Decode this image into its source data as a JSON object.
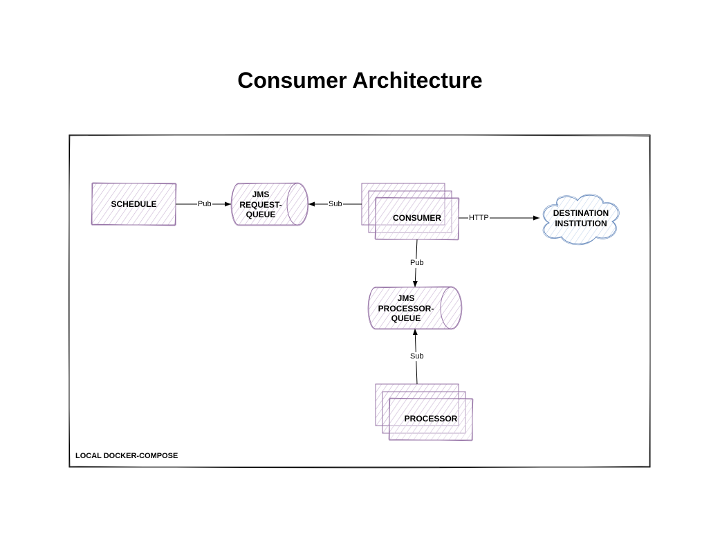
{
  "title": "Consumer Architecture",
  "frame": {
    "label": "LOCAL DOCKER-COMPOSE"
  },
  "nodes": {
    "schedule": "SCHEDULE",
    "jms_request_queue": [
      "JMS",
      "REQUEST-",
      "QUEUE"
    ],
    "consumer": "CONSUMER",
    "destination": [
      "DESTINATION",
      "INSTITUTION"
    ],
    "jms_processor_queue": [
      "JMS",
      "PROCESSOR-",
      "QUEUE"
    ],
    "processor": "PROCESSOR"
  },
  "edges": {
    "schedule_to_request_queue": "Pub",
    "consumer_to_request_queue": "Sub",
    "consumer_to_destination": "HTTP",
    "consumer_to_processor_queue": "Pub",
    "processor_to_processor_queue": "Sub"
  },
  "colors": {
    "node_stroke": "#9673a6",
    "node_hatch": "#cdb9d6",
    "cloud_stroke": "#6c8ebf",
    "cloud_hatch": "#c9d9ee",
    "frame_stroke": "#000000"
  }
}
